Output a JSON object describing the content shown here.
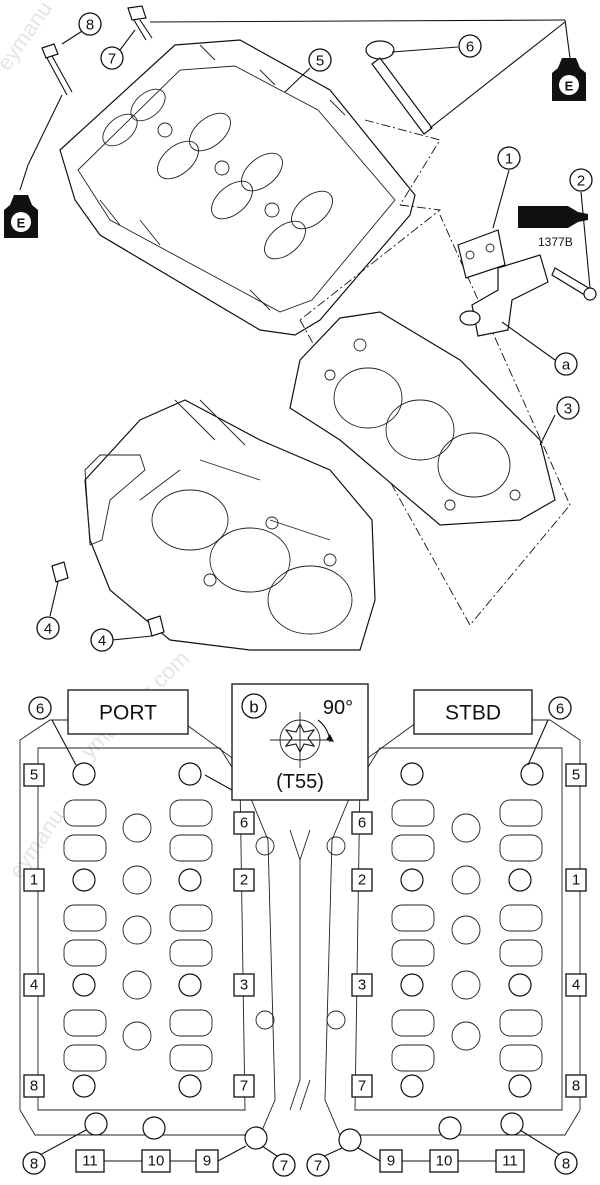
{
  "callouts_top": {
    "c1": "1",
    "c2": "2",
    "c3": "3",
    "c4a": "4",
    "c4b": "4",
    "c5": "5",
    "c6": "6",
    "c7": "7",
    "c8": "8",
    "ca": "a"
  },
  "oil_symbol": "E",
  "sealant_label": "1377B",
  "port_label": "PORT",
  "stbd_label": "STBD",
  "torque_callout": {
    "b": "b",
    "angle": "90°",
    "tool": "(T55)"
  },
  "callouts_bottom": {
    "port_6": "6",
    "port_8": "8",
    "port_7": "7",
    "stbd_6": "6",
    "stbd_7": "7",
    "stbd_8": "8"
  },
  "sequence_port": [
    "5",
    "6",
    "1",
    "2",
    "4",
    "3",
    "8",
    "7",
    "11",
    "10",
    "9"
  ],
  "sequence_stbd": [
    "6",
    "5",
    "2",
    "1",
    "3",
    "4",
    "7",
    "8",
    "9",
    "10",
    "11"
  ],
  "watermark_text": [
    "eymanu",
    "eymanu",
    "ymanuals.com"
  ]
}
